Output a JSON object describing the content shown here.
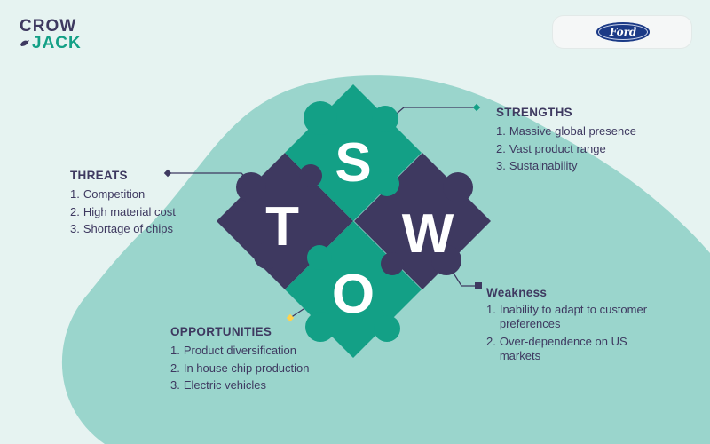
{
  "logo": {
    "line1": "CROW",
    "line2": "JACK",
    "bird_icon": "bird-icon"
  },
  "brand": {
    "name": "Ford"
  },
  "colors": {
    "background": "#e6f3f1",
    "blob": "#9ad5cc",
    "teal": "#13a086",
    "purple": "#3e3960",
    "text": "#3e3960",
    "white": "#ffffff"
  },
  "swot": {
    "letters": {
      "s": "S",
      "w": "W",
      "o": "O",
      "t": "T"
    },
    "strengths": {
      "title": "STRENGTHS",
      "items": [
        "Massive global presence",
        "Vast product range",
        "Sustainability"
      ]
    },
    "weakness": {
      "title": "Weakness",
      "items": [
        "Inability to adapt to customer preferences",
        "Over-dependence on US markets"
      ]
    },
    "opportunities": {
      "title": "OPPORTUNITIES",
      "items": [
        "Product diversification",
        "In house chip production",
        "Electric vehicles"
      ]
    },
    "threats": {
      "title": "THREATS",
      "items": [
        "Competition",
        "High material cost",
        "Shortage of chips"
      ]
    }
  }
}
